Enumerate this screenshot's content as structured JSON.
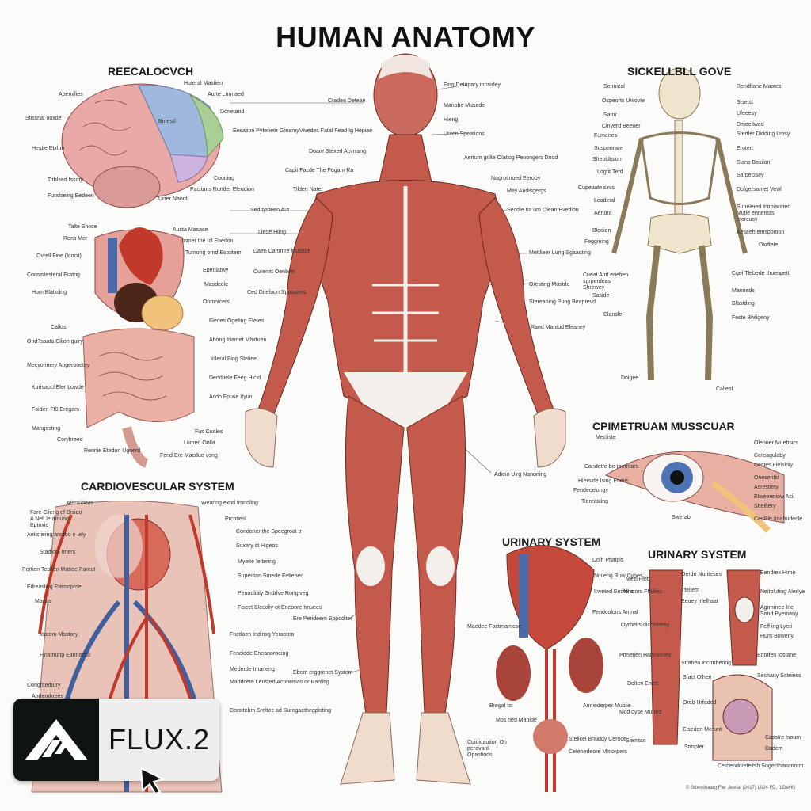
{
  "title": "HUMAN ANATOMY",
  "panels": {
    "brain": {
      "heading": "REECALOCVCH",
      "labels": [
        "Apemifies",
        "Stissnal ooxde",
        "Hestie Etxlun",
        "Tirblsed Issoty",
        "Fundseing Eedeen",
        "Huteral Mastien",
        "Aurte Lunnaed",
        "Donetand",
        "Eesation Pyfenete Greamy",
        "Cooning",
        "Pacitans Runder Eleudion",
        "Urrer Naodt",
        "Bmesd"
      ]
    },
    "organs": {
      "labels": [
        "Talte Shoce",
        "Rens Mer",
        "Ovrell Fine (Icocit)",
        "Consistesteral Eratrig",
        "Hum Blatkdng",
        "Callos",
        "Ond?saata Cilion quiry",
        "Mecyorinery Angeronetey",
        "Kurisapcl Eler Lowde",
        "Foiden Ff0 Eregam",
        "Mangesting",
        "Coryhreed",
        "Rennie Etedon Ugoerd",
        "Aucta Masase",
        "Inmer the Icl Enedon",
        "Tumong ornd Esptitem",
        "Eperliatwy",
        "Masdcole",
        "Oomnicers",
        "Fledes Ogefing Etetes",
        "Abong Iriamet Mhiduen",
        "Inleral Fing Steliee",
        "Dendtiele Feeg Hicid",
        "Acdo Fpuse Ityun",
        "Fus Coales",
        "Lumed Oolla",
        "Fend Ere Macdue vong"
      ]
    },
    "cardiovascular": {
      "heading": "CARDIOVESCULAR SYSTEM",
      "labels": [
        "Alensideas",
        "Fare Cileng of Disido A Neli le afouno Eptoxid",
        "Aetistieing anntbo e Iely",
        "Stadiom Inters",
        "Pertien Tebtien Mattee Pareot",
        "Eifreasling Etemnprde",
        "Marsls",
        "Idatom Mastory",
        "Finathung Eannaoss",
        "Congriterbury",
        "Anderohrees",
        "Wearing exnd frnndiing",
        "Prcotiesl",
        "Condoner the Speegroat tr",
        "Suxary st Higeos",
        "Myette Ieltering",
        "Supentan Smede Fetieoed",
        "Penoolialy Sndrlve Rongiveg",
        "Fiseet Blecoliy ot Eneonre Imuees",
        "Fnetlaen Indinsg Yeraoteo",
        "Fenciede Eneanoroeing",
        "Mederde Imaneng",
        "Maddcete Lensted Acnnemas or Ranlitig",
        "Dorsttebm Sroltec ad Suregaethegpisting"
      ]
    },
    "muscular_figure": {
      "left_labels": [
        "Cradea Detean",
        "Vivedes Fatal Fead Ig Hepiae",
        "Doam Stexed Acvrrang",
        "Capit Facde The Fogam Ra",
        "Tilden Nater",
        "Sed tysteen Aut",
        "Liede Hiing",
        "Daen Cammre Musede",
        "Curemtt Oenbert",
        "Ced Ditefuon Spposters",
        "Ere Perideem Sppoditer",
        "Ebem erggrenet System"
      ],
      "right_labels": [
        "Fing Detupary mnsidey",
        "Manobe Musede",
        "Hieng",
        "Uriten Speations",
        "Aertum grilte Olatlog Penongers Dood",
        "Nagrotinoed Eeroby",
        "Mey Andisgergs",
        "Secdle Ita um Olean Evedion",
        "Mettlieer Lung Sgaaoting",
        "Oresting Mustde",
        "Stereabing Pung Beaprevd",
        "Rand Mantud Eleaney",
        "Adieio Ulrg Nanoning"
      ]
    },
    "skeleton": {
      "heading": "SICKELLBLL GOVE",
      "labels": [
        "Sennical",
        "Ospeorts Uniovte",
        "Sator",
        "Cinyerd Beeoer",
        "Fumenes",
        "Suspenrare",
        "Sheoldtsion",
        "Logfit Terd",
        "Cupetiafe sinis",
        "Leadinal",
        "Aenora",
        "Blodien",
        "Feggining",
        "Cueat Alrit enefien sgrperdeas Shrewey",
        "Saside",
        "Clansle",
        "Dolgee",
        "Rendlfane Mastes",
        "Sisetst",
        "Ufeeesy",
        "Dmoellwed",
        "Sfertler Didding Lrosy",
        "Erotert",
        "Slans Bosilon",
        "Sarpecisey",
        "Dofgersamet Vewl",
        "Suneleied Intmiarated Mutie ennensts mercusy",
        "Aeseeh emsportion",
        "Oxdtele",
        "Cgel Tlebede Ihuenpett",
        "Manneds",
        "Blastding",
        "Feste Bwligeny",
        "Callest"
      ]
    },
    "eye": {
      "heading": "CPIMETRUAM MUSSCUAR",
      "labels": [
        "Mecliste",
        "Candetre be reemtars",
        "Hierside Ising Enere",
        "Fendecelongy",
        "Tiereitaling",
        "Swerab",
        "Oleoner Muebsics",
        "Cereagulaby",
        "Cestes Fleisinly",
        "Onesentid",
        "Asrestiety",
        "Etweeretiow Acil",
        "Sheiftery",
        "Cestlile Imahudecle"
      ]
    },
    "urinary_left": {
      "heading": "URINARY SYSTEM",
      "labels": [
        "Doih Phalpis",
        "Ninleng Ruw Cypes",
        "Inveted Endions",
        "Fendcolons Amnal",
        "Maedee Foctrnarncse",
        "Bregal Ist",
        "Mos hed Manide",
        "Cuidicaution Oh perevanll Opastiods",
        "Auniederper Mublie",
        "Stelicel Bnuddy Ceroce",
        "Cefenedeore Mmorpers"
      ]
    },
    "urinary_right": {
      "heading": "URINARY SYSTEM",
      "labels": [
        "Mezl Ffeb",
        "All otors Fhtifies",
        "Oyrhelts dixceloeey",
        "Prmetien Hannsoney",
        "Dolten Enert",
        "Mcd oyse Mutted",
        "Siemtan",
        "Sfact Olhen",
        "Oreb Hrfaded",
        "Eiseden Merunt",
        "Srmpfer",
        "Oerdo Nuriteses",
        "Tteilem",
        "Eeuey Irlelhaat",
        "Sttahen Incrmbering",
        "Eendrek Hime",
        "Neitpluting Alerlye",
        "Agrmmee Ine Snnd Pyemany",
        "Feff ing Lyeri",
        "Hurn Boweny",
        "Enotfen Iostane",
        "Sechany Ssteiess",
        "Casstre Isoum",
        "Dadem",
        "Cerdendcreteitsh Sogecthanariorm"
      ]
    },
    "footer": "© Stherdhaarg Fler Jestial (2417) L024 FD, (LDeHf)"
  },
  "badge": {
    "brand": "FLUX.2",
    "logo_icon": "flux-triangle-logo",
    "cursor_icon": "pointer-cursor-icon"
  },
  "colors": {
    "muscle": "#c45a4b",
    "tendon": "#f3efea",
    "bone": "#efe4cc",
    "vein": "#3f5f9e",
    "artery": "#c0392b",
    "badge_dark": "#0e1412"
  }
}
